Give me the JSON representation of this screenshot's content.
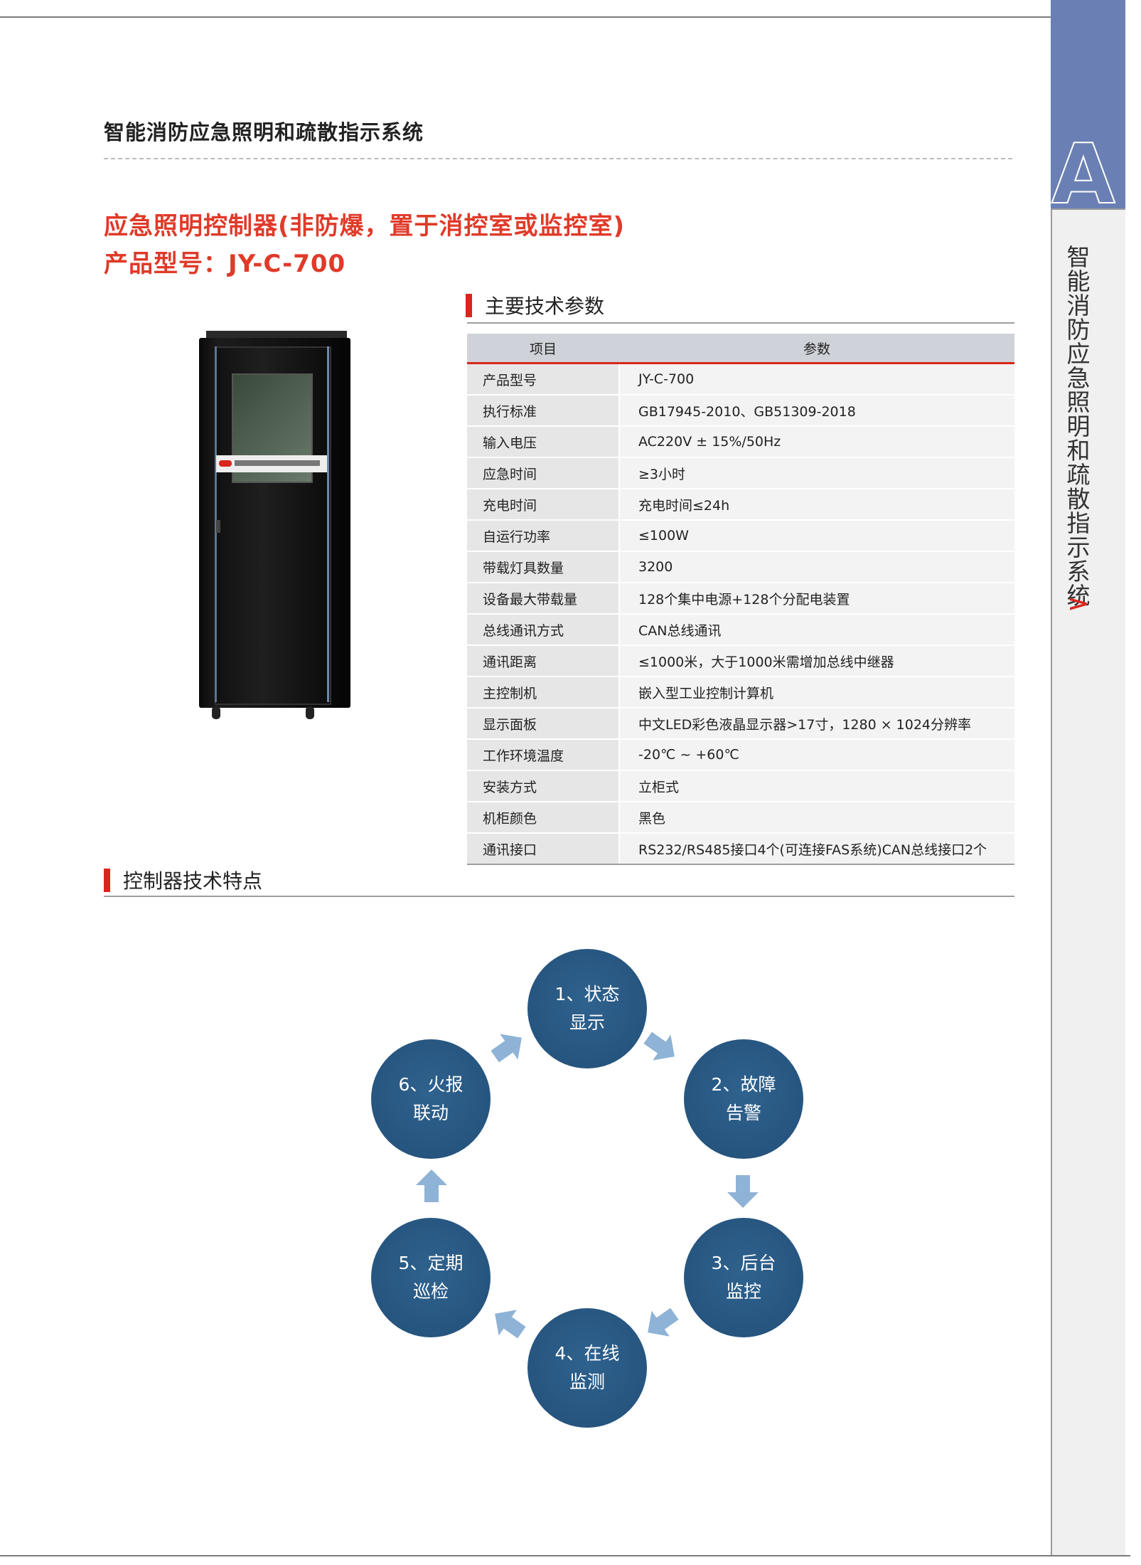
{
  "sidebar": {
    "section_letter": "A",
    "vertical_title": "智能消防应急照明和疏散指示系统",
    "arrow": ">"
  },
  "header": {
    "title": "智能消防应急照明和疏散指示系统"
  },
  "product": {
    "title": "应急照明控制器(非防爆，置于消控室或监控室)",
    "model": "产品型号：JY-C-700"
  },
  "specs_section": {
    "title": "主要技术参数",
    "columns": [
      "项目",
      "参数"
    ],
    "rows": [
      {
        "item": "产品型号",
        "value": "JY-C-700"
      },
      {
        "item": "执行标准",
        "value": "GB17945-2010、GB51309-2018"
      },
      {
        "item": "输入电压",
        "value": "AC220V ± 15%/50Hz"
      },
      {
        "item": "应急时间",
        "value": "≥3小时"
      },
      {
        "item": "充电时间",
        "value": "充电时间≤24h"
      },
      {
        "item": "自运行功率",
        "value": "≤100W"
      },
      {
        "item": "带载灯具数量",
        "value": "3200"
      },
      {
        "item": "设备最大带载量",
        "value": "128个集中电源+128个分配电装置"
      },
      {
        "item": "总线通讯方式",
        "value": "CAN总线通讯"
      },
      {
        "item": "通讯距离",
        "value": "≤1000米，大于1000米需增加总线中继器"
      },
      {
        "item": "主控制机",
        "value": "嵌入型工业控制计算机"
      },
      {
        "item": "显示面板",
        "value": "中文LED彩色液晶显示器>17寸，1280 × 1024分辨率"
      },
      {
        "item": "工作环境温度",
        "value": "-20℃ ~ +60℃"
      },
      {
        "item": "安装方式",
        "value": "立柜式"
      },
      {
        "item": "机柜颜色",
        "value": "黑色"
      },
      {
        "item": "通讯接口",
        "value": "RS232/RS485接口4个(可连接FAS系统)CAN总线接口2个"
      }
    ]
  },
  "features_section": {
    "title": "控制器技术特点",
    "nodes": [
      {
        "line1": "1、状态",
        "line2": "显示"
      },
      {
        "line1": "2、故障",
        "line2": "告警"
      },
      {
        "line1": "3、后台",
        "line2": "监控"
      },
      {
        "line1": "4、在线",
        "line2": "监测"
      },
      {
        "line1": "5、定期",
        "line2": "巡检"
      },
      {
        "line1": "6、火报",
        "line2": "联动"
      }
    ]
  },
  "colors": {
    "accent_red": "#d9261c",
    "title_red": "#e03a29",
    "node_blue": "#26557f",
    "arrow_blue": "#8fb3d6",
    "sidebar_blue": "#6a7fb3"
  }
}
